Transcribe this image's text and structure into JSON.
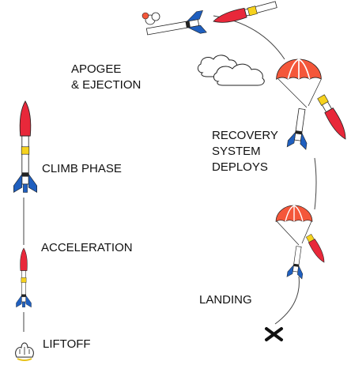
{
  "stages": {
    "liftoff": "LIFTOFF",
    "acceleration": "ACCELERATION",
    "climb": "CLIMB PHASE",
    "apogee": [
      "APOGEE",
      "& EJECTION"
    ],
    "recovery": [
      "RECOVERY",
      "SYSTEM",
      "DEPLOYS"
    ],
    "landing": "LANDING"
  },
  "colors": {
    "nose": "#e8283a",
    "fin": "#1f5fbf",
    "body": "#ffffff",
    "parachute": "#f4573a",
    "payload": "#f6d21e",
    "outline": "#222222",
    "flame": "#e8c21a"
  },
  "icons": {
    "liftoff": "launch-smoke-icon",
    "landing": "landing-x-icon",
    "clouds": "cloud-icon",
    "parachute": "parachute-icon"
  }
}
